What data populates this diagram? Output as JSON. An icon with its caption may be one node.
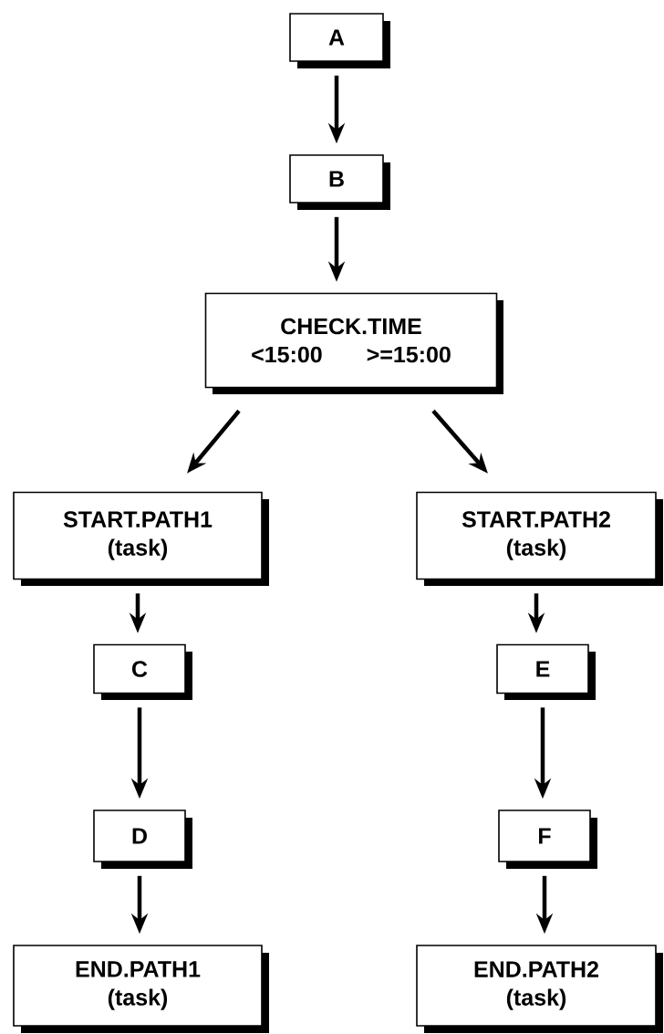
{
  "diagram": {
    "nodes": [
      {
        "text": [
          "A"
        ]
      },
      {
        "text": [
          "B"
        ]
      },
      {
        "text": [
          "CHECK.TIME",
          "<15:00",
          ">=15:00"
        ]
      },
      {
        "text": [
          "START.PATH1",
          "(task)"
        ]
      },
      {
        "text": [
          "START.PATH2",
          "(task)"
        ]
      },
      {
        "text": [
          "C"
        ]
      },
      {
        "text": [
          "E"
        ]
      },
      {
        "text": [
          "D"
        ]
      },
      {
        "text": [
          "F"
        ]
      },
      {
        "text": [
          "END.PATH1",
          "(task)"
        ]
      },
      {
        "text": [
          "END.PATH2",
          "(task)"
        ]
      }
    ],
    "edges": [
      {
        "from": 0,
        "to": 1,
        "arrow": "to"
      },
      {
        "from": 1,
        "to": 2,
        "arrow": "to"
      },
      {
        "from": 2,
        "to": 3,
        "arrow": "to"
      },
      {
        "from": 2,
        "to": 4,
        "arrow": "to"
      },
      {
        "from": 3,
        "to": 5,
        "arrow": "to"
      },
      {
        "from": 5,
        "to": 7,
        "arrow": "to"
      },
      {
        "from": 7,
        "to": 9,
        "arrow": "to"
      },
      {
        "from": 4,
        "to": 6,
        "arrow": "to"
      },
      {
        "from": 6,
        "to": 8,
        "arrow": "to"
      },
      {
        "from": 8,
        "to": 10,
        "arrow": "to"
      }
    ]
  }
}
